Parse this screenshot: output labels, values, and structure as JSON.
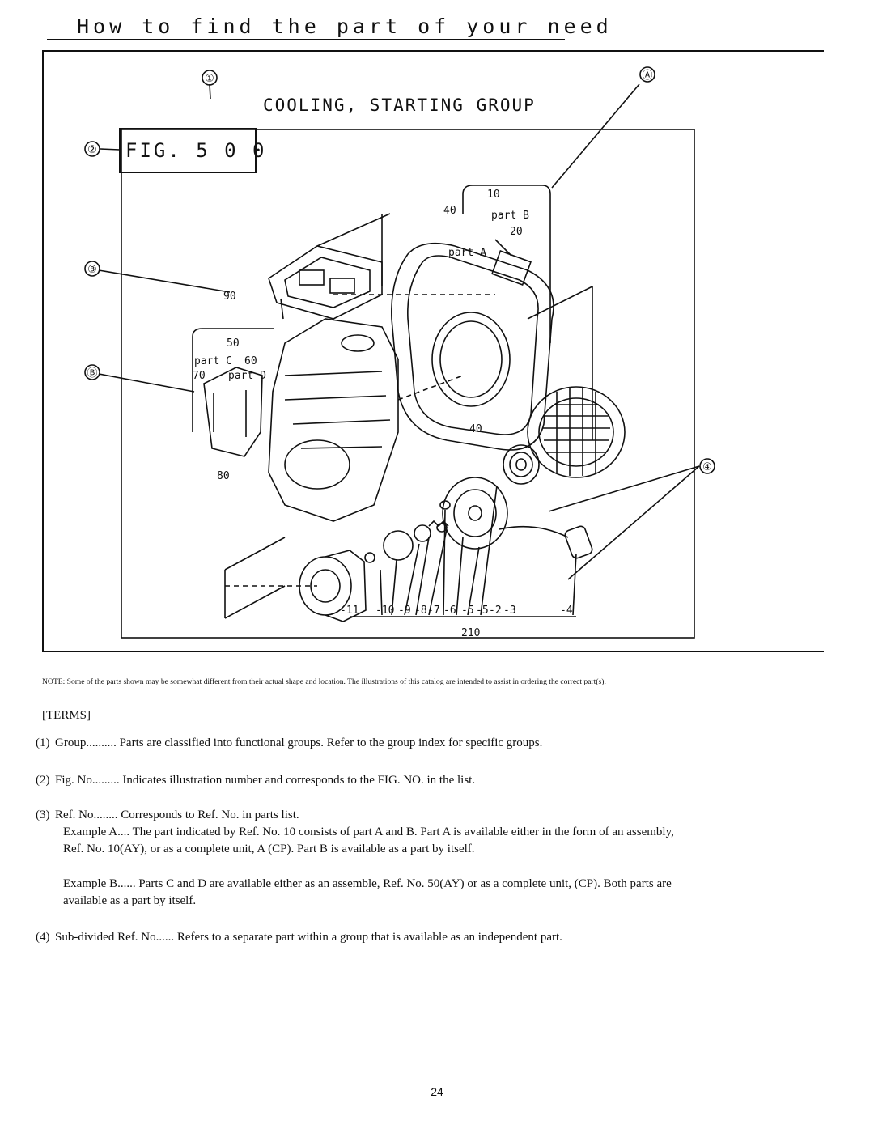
{
  "header": {
    "title": "How to find the part of your need"
  },
  "diagram": {
    "group_title": "COOLING, STARTING GROUP",
    "fig_label": "FIG. 5 0 0",
    "callouts": {
      "c1": "①",
      "c2": "②",
      "c3": "③",
      "c4": "④",
      "cA": "Ⓐ",
      "cB": "Ⓑ"
    },
    "part_labels": {
      "ref_10": "10",
      "ref_40a": "40",
      "ref_20": "20",
      "part_b": "part B",
      "part_a": "part A",
      "ref_90": "90",
      "ref_50": "50",
      "part_c": "part C",
      "ref_60": "60",
      "ref_70": "70",
      "part_d": "part D",
      "ref_80": "80",
      "ref_40b": "40",
      "ref_210": "210",
      "sub_11": "-11",
      "sub_10": "-10",
      "sub_9": "-9",
      "sub_8": "-8",
      "sub_7": "-7",
      "sub_6": "-6",
      "sub_5a": "-5",
      "sub_5b": "-5",
      "sub_2": "-2",
      "sub_3": "-3",
      "sub_4": "-4"
    }
  },
  "note": "NOTE: Some of the parts shown may be somewhat different from their actual shape and location. The illustrations of this catalog are intended to assist in ordering the correct part(s).",
  "terms": {
    "heading": "[TERMS]",
    "items": [
      {
        "num": "(1)",
        "name": "Group",
        "dots": "..........",
        "text": "Parts are classified into functional groups. Refer to the group index for specific groups."
      },
      {
        "num": "(2)",
        "name": "Fig. No.",
        "dots": "........",
        "text": "Indicates illustration number and corresponds to the FIG. NO. in the list."
      },
      {
        "num": "(3)",
        "name": "Ref. No.",
        "dots": ".......",
        "text": "Corresponds to Ref. No. in parts list."
      },
      {
        "num": "(4)",
        "name": "Sub-divided Ref. No.",
        "dots": ".....",
        "text": "Refers to a separate part within a group that is available as an independent part."
      }
    ],
    "example_a": {
      "name": "Example A",
      "dots": "....",
      "text": "The part indicated by Ref. No. 10 consists of part A and B. Part A is available either in the form of an assembly, Ref. No. 10(AY), or as a complete unit, A (CP). Part B is available as a part by itself."
    },
    "example_b": {
      "name": "Example B",
      "dots": "......",
      "text": "Parts C and D are available either as an assemble, Ref. No. 50(AY) or as a complete unit, (CP). Both parts are available as a part by itself."
    }
  },
  "footer": {
    "page_number": "24"
  }
}
